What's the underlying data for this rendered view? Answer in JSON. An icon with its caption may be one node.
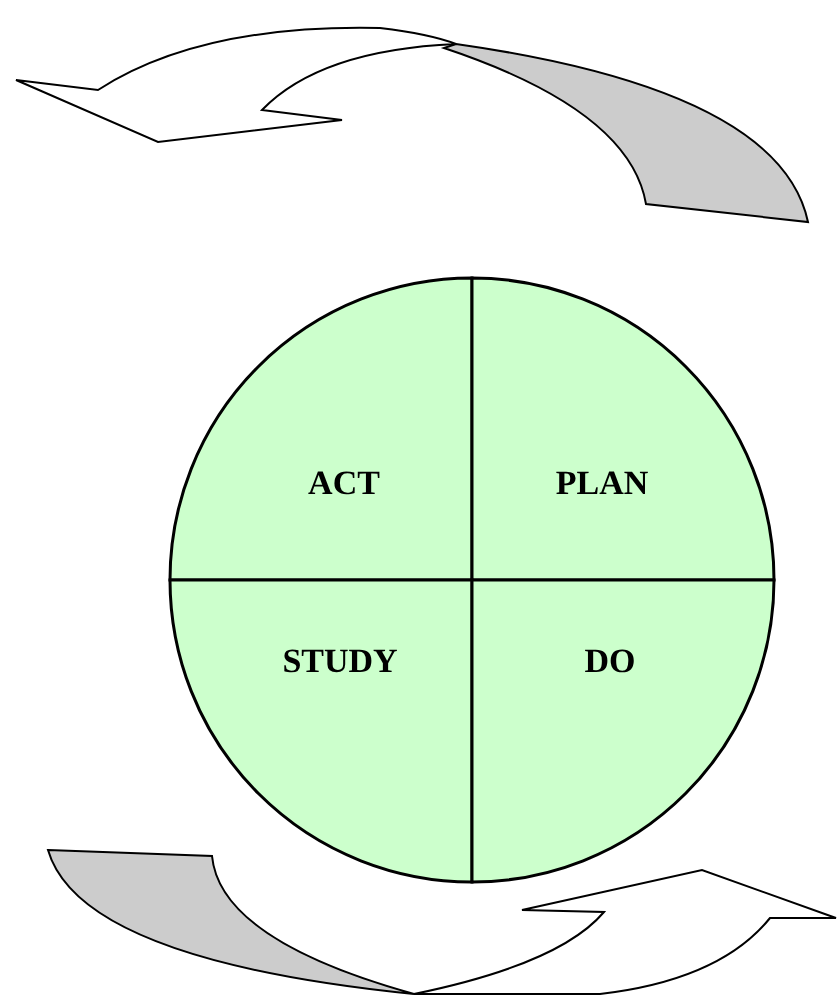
{
  "diagram": {
    "nodes": [
      {
        "text": [
          "ACT"
        ]
      },
      {
        "text": [
          "PLAN"
        ]
      },
      {
        "text": [
          "STUDY"
        ]
      },
      {
        "text": [
          "DO"
        ]
      }
    ]
  }
}
